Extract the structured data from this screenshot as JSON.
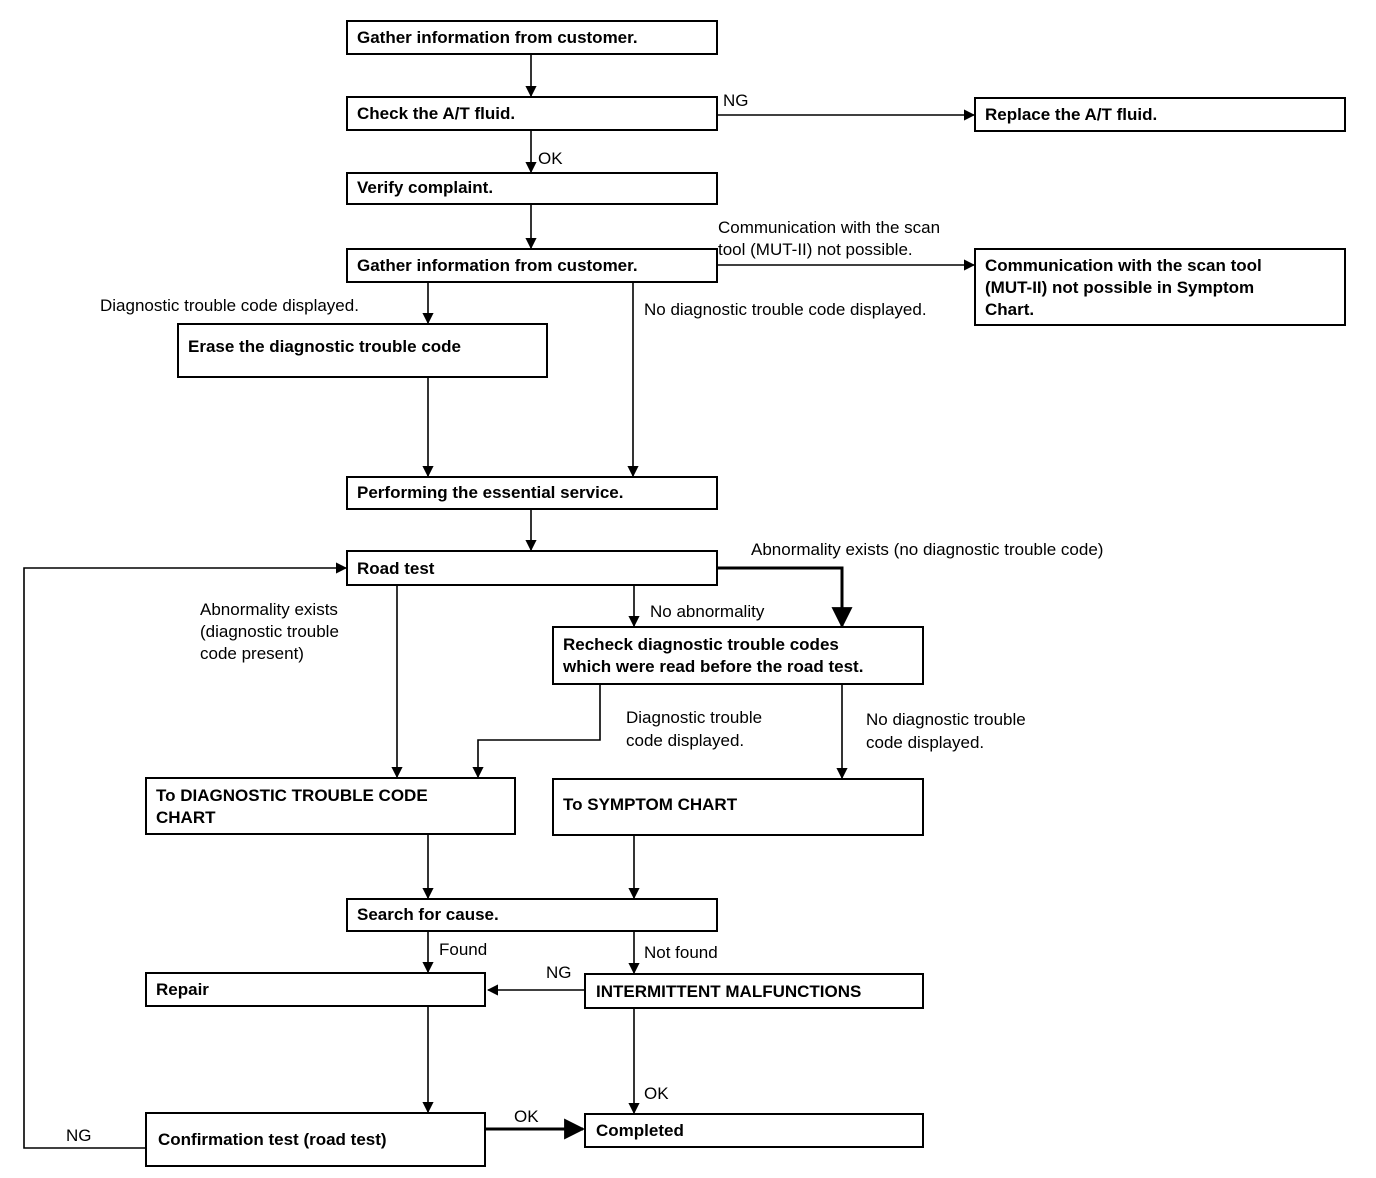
{
  "boxes": {
    "gather1": "Gather information from customer.",
    "check_fluid": "Check the A/T fluid.",
    "replace_fluid": "Replace the A/T fluid.",
    "verify": "Verify complaint.",
    "gather2": "Gather information from customer.",
    "comm": [
      "Communication with the scan tool",
      "(MUT-II) not possible in Symptom",
      "Chart."
    ],
    "erase": "Erase the diagnostic trouble code",
    "essential": "Performing the essential service.",
    "road_test": "Road test",
    "recheck": [
      "Recheck diagnostic trouble codes",
      "which were read before the road test."
    ],
    "dtc_chart": [
      "To DIAGNOSTIC TROUBLE CODE",
      "CHART"
    ],
    "symptom_chart": "To SYMPTOM CHART",
    "search": "Search for cause.",
    "repair": "Repair",
    "intermittent": "INTERMITTENT MALFUNCTIONS",
    "confirmation": "Confirmation test (road test)",
    "completed": "Completed"
  },
  "labels": {
    "ng_fluid": "NG",
    "ok_fluid": "OK",
    "comm_not_possible": [
      "Communication with the scan",
      "tool (MUT-II) not possible."
    ],
    "dtc_displayed": "Diagnostic trouble code displayed.",
    "no_dtc_displayed": "No diagnostic trouble code displayed.",
    "abnormality_no_dtc": "Abnormality exists (no diagnostic trouble code)",
    "abnormality_dtc": [
      "Abnormality exists",
      "(diagnostic trouble",
      "code present)"
    ],
    "no_abnormality": "No abnormality",
    "recheck_dtc_displayed": [
      "Diagnostic trouble",
      "code displayed."
    ],
    "recheck_no_dtc": [
      "No diagnostic trouble",
      "code displayed."
    ],
    "found": "Found",
    "not_found": "Not found",
    "ng_intermittent": "NG",
    "ok_intermittent": "OK",
    "ok_confirm": "OK",
    "ng_confirm": "NG"
  }
}
